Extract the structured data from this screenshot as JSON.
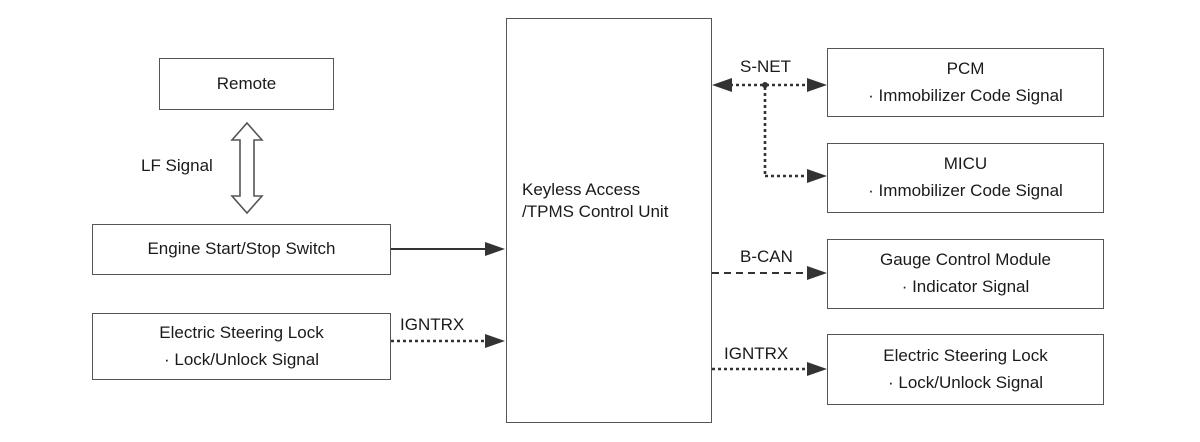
{
  "center": {
    "line1": "Keyless Access",
    "line2": "/TPMS Control Unit"
  },
  "remote": {
    "label": "Remote"
  },
  "lf_signal": "LF Signal",
  "engine_switch": {
    "label": "Engine Start/Stop Switch"
  },
  "esl_left": {
    "title": "Electric Steering Lock",
    "signal": "· Lock/Unlock Signal",
    "wire_label": "IGNTRX"
  },
  "pcm": {
    "title": "PCM",
    "signal": "· Immobilizer Code Signal"
  },
  "micu": {
    "title": "MICU",
    "signal": "· Immobilizer Code Signal"
  },
  "snet": "S-NET",
  "gauge": {
    "title": "Gauge Control Module",
    "signal": "· Indicator Signal",
    "wire_label": "B-CAN"
  },
  "esl_right": {
    "title": "Electric Steering Lock",
    "signal": "· Lock/Unlock Signal",
    "wire_label": "IGNTRX"
  },
  "colors": {
    "stroke": "#555555",
    "arrow": "#333333",
    "text": "#1a1a1a"
  }
}
